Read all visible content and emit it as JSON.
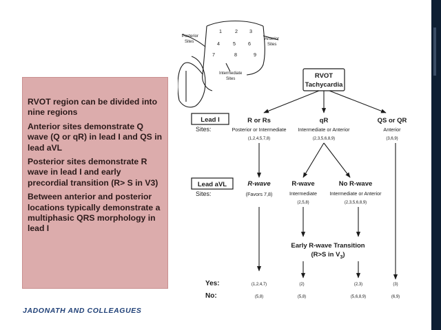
{
  "slide": {
    "bullets": [
      "RVOT region can be divided into nine regions",
      "Anterior sites demonstrate Q wave (Q or qR) in lead I and QS in lead aVL",
      "Posterior sites demonstrate R wave in lead I and early precordial transition (R> S in V3)",
      "Between  anterior and posterior locations typically demonstrate a multiphasic QRS morphology in lead I"
    ],
    "credit": "JADONATH AND COLLEAGUES"
  },
  "diagram": {
    "anatomy": {
      "grid_numbers": [
        "1",
        "2",
        "3",
        "4",
        "5",
        "6",
        "7",
        "8",
        "9"
      ],
      "posterior_label": [
        "Posterior",
        "Sites"
      ],
      "anterior_label": [
        "Anterior",
        "Sites"
      ],
      "intermediate_label": [
        "Intermediate",
        "Sites"
      ]
    },
    "root": [
      "RVOT",
      "Tachycardia"
    ],
    "lead1": {
      "box_label": "Lead I",
      "sites_label": "Sites:",
      "branches": [
        {
          "heading": "R or Rs",
          "sites": "Posterior or Intermediate",
          "numbers": "(1,2,4,5,7,8)"
        },
        {
          "heading": "qR",
          "sites": "Intermediate or Anterior",
          "numbers": "(2,3,5,6,8,9)"
        },
        {
          "heading": "QS or QR",
          "sites": "Anterior",
          "numbers": "(3,6,9)"
        }
      ]
    },
    "avl": {
      "box_label": "Lead aVL",
      "sites_label": "Sites:",
      "branches": [
        {
          "heading": "R-wave",
          "sites": "(Favors 7,8)",
          "numbers": ""
        },
        {
          "heading": "R-wave",
          "sites": "Intermediate",
          "numbers": "(2,5,8)"
        },
        {
          "heading": "No R-wave",
          "sites": "Intermediate or Anterior",
          "numbers": "(2,3,5,6,8,9)"
        }
      ]
    },
    "transition": {
      "line1": "Early R-wave Transition",
      "line2_prefix": "(R>S in V",
      "line2_sub": "3",
      "line2_suffix": ")"
    },
    "outcome": {
      "yes_label": "Yes:",
      "no_label": "No:",
      "yes_values": [
        "(1,2,4,7)",
        "(2)",
        "(2,3)",
        "(3)"
      ],
      "no_values": [
        "(5,8)",
        "(5,8)",
        "(5,6,8,9)",
        "(6,9)"
      ]
    }
  }
}
